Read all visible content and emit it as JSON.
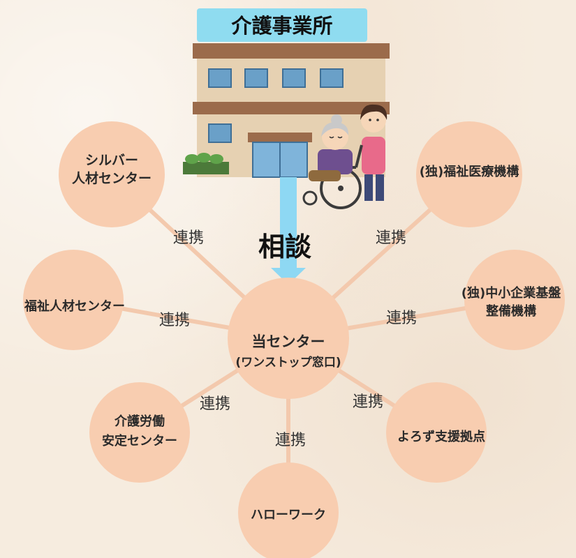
{
  "colors": {
    "node_fill": "#f8cdb0",
    "line": "#f3c9ad",
    "title_box": "#8fdcf0",
    "arrow": "#8ed8f3"
  },
  "title": "介護事業所",
  "consult_label": "相談",
  "center": {
    "line1": "当センター",
    "line2": "(ワンストップ窓口)"
  },
  "nodes": [
    {
      "id": "silver",
      "line1": "シルバー",
      "line2": "人材センター"
    },
    {
      "id": "fukushi-iryo",
      "line1": "(独)福祉医療機構",
      "line2": ""
    },
    {
      "id": "fukushi-jinzai",
      "line1": "福祉人材センター",
      "line2": ""
    },
    {
      "id": "chusho",
      "line1": "(独)中小企業基盤",
      "line2": "整備機構"
    },
    {
      "id": "kaigo-rodo",
      "line1": "介護労働",
      "line2": "安定センター"
    },
    {
      "id": "yorozu",
      "line1": "よろず支援拠点",
      "line2": ""
    },
    {
      "id": "hellowork",
      "line1": "ハローワーク",
      "line2": ""
    }
  ],
  "edge_label": "連携",
  "icons": [
    "office-building-illustration",
    "caregiver-with-wheelchair-illustration"
  ]
}
